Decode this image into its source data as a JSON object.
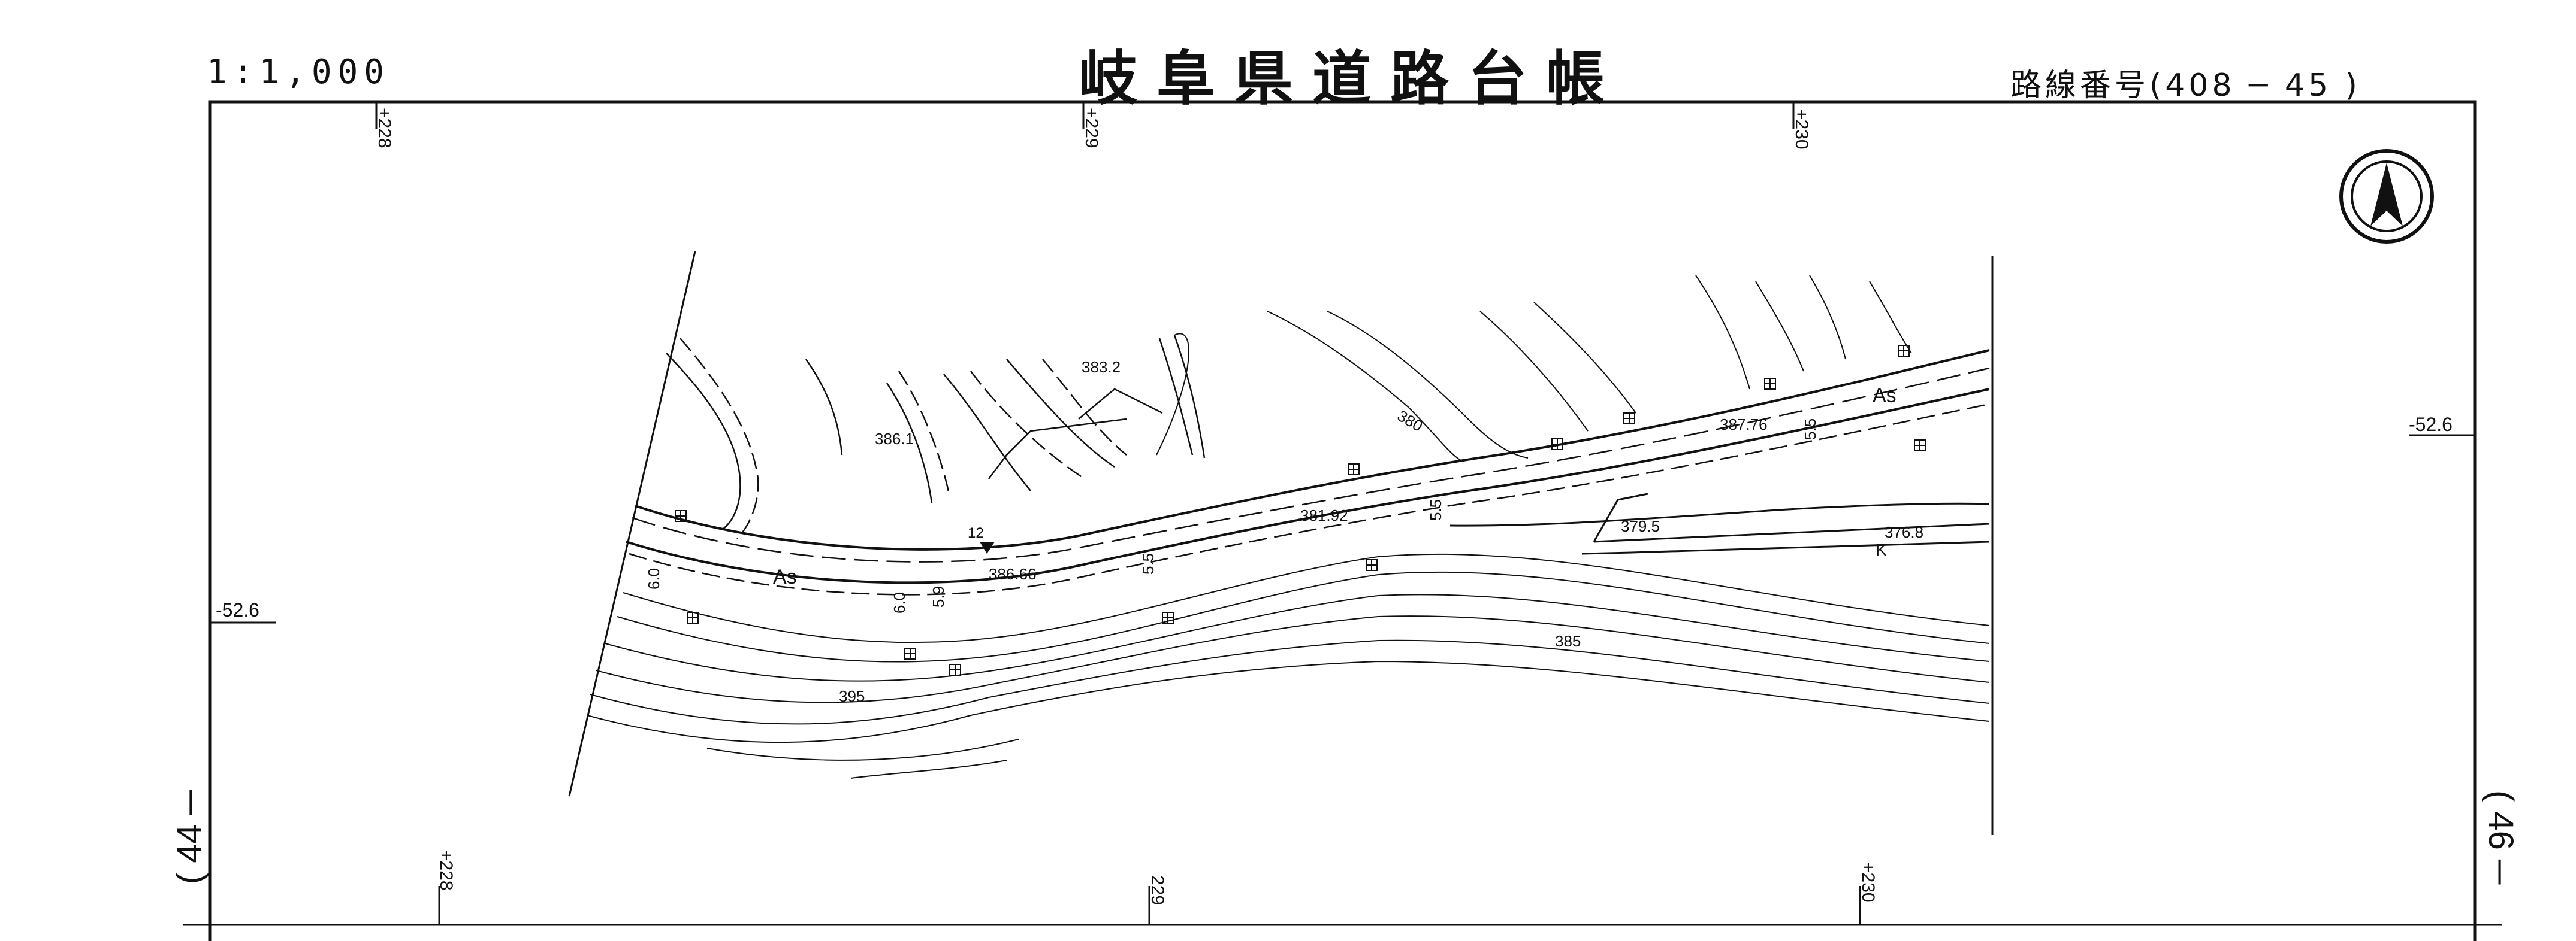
{
  "header": {
    "scale": "1:1,000",
    "title": "岐阜県道路台帳",
    "route_label": "路線番号(408 ─ 45 )"
  },
  "sheet_refs": {
    "left": "( 44 ─",
    "right": "( 46 ─"
  },
  "grid_ticks": {
    "top": [
      "+228",
      "+229",
      "+230"
    ],
    "bottom": [
      "+228",
      "229",
      "+230"
    ],
    "left": "-52.6",
    "right": "-52.6"
  },
  "elevations": {
    "spot_1": "383.2",
    "spot_2": "386.1",
    "spot_3": "381.92",
    "spot_4": "386.66",
    "spot_5": "387.76",
    "spot_6": "379.5",
    "spot_7": "376.8"
  },
  "contours": {
    "c380": "380",
    "c385": "385",
    "c395": "395"
  },
  "road_widths": {
    "w1": "6.0",
    "w2": "6.0",
    "w3": "5.9",
    "w4": "5.5",
    "w5": "5.5",
    "w6": "5.5"
  },
  "surface": {
    "asphalt_1": "As",
    "asphalt_2": "As",
    "marker_12": "12",
    "k_mark": "K"
  },
  "icons": {
    "north": "north-arrow-icon",
    "benchmark": "boundary-marker-icon"
  }
}
